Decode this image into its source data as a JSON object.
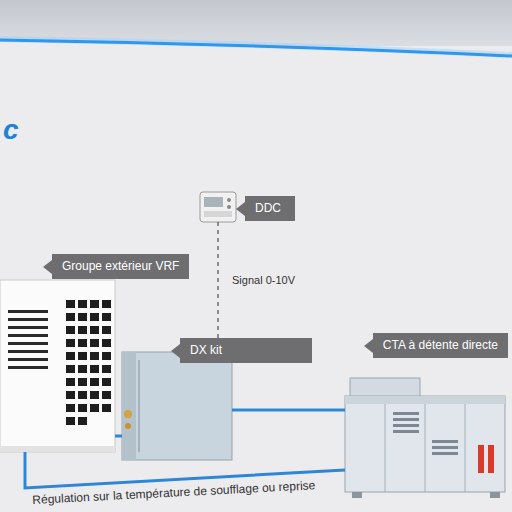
{
  "diagram": {
    "title": "c",
    "nodes": [
      {
        "text": [
          "DDC"
        ]
      },
      {
        "text": [
          "Groupe extérieur VRF"
        ]
      },
      {
        "text": [
          "DX kit"
        ]
      },
      {
        "text": [
          "CTA à détente directe"
        ]
      }
    ],
    "edges": [
      {
        "from": 0,
        "to": 2,
        "arrow": "none",
        "label": "Signal 0-10V"
      },
      {
        "from": 1,
        "to": 2,
        "arrow": "none"
      },
      {
        "from": 2,
        "to": 3,
        "arrow": "none"
      },
      {
        "from": 1,
        "to": 3,
        "arrow": "none"
      }
    ],
    "labels": [
      "Régulation sur la température de soufflage ou reprise"
    ]
  }
}
